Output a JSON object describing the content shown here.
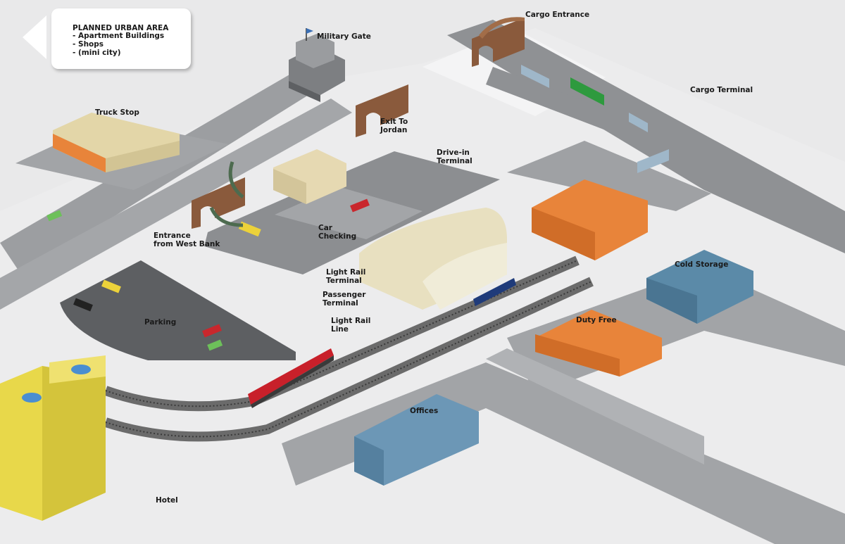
{
  "colors": {
    "ground": "#e9e9ea",
    "road": "#8a8c8e",
    "lot": "#9a9c9f",
    "orange_building": "#e8843a",
    "beige_building": "#e6d9b2",
    "blue_building": "#5b8aa8",
    "hotel_yellow": "#e8d84a",
    "tunnel_brown": "#8a5a3c"
  },
  "callout": {
    "title": "PLANNED URBAN AREA",
    "items": [
      "- Apartment Buildings",
      "- Shops",
      "- (mini city)"
    ],
    "back_icon": "left-arrow-icon"
  },
  "labels": {
    "military_gate": "Military Gate",
    "cargo_entrance": "Cargo Entrance",
    "cargo_terminal": "Cargo Terminal",
    "truck_stop": "Truck Stop",
    "exit_to_jordan": "Exit To\nJordan",
    "drive_in_terminal": "Drive-in\nTerminal",
    "entrance_west_bank": "Entrance\nfrom West Bank",
    "car_checking": "Car\nChecking",
    "light_rail_terminal": "Light Rail\nTerminal",
    "passenger_terminal": "Passenger\nTerminal",
    "light_rail_line": "Light Rail\nLine",
    "parking": "Parking",
    "cold_storage": "Cold Storage",
    "duty_free": "Duty Free",
    "offices": "Offices",
    "hotel": "Hotel"
  }
}
